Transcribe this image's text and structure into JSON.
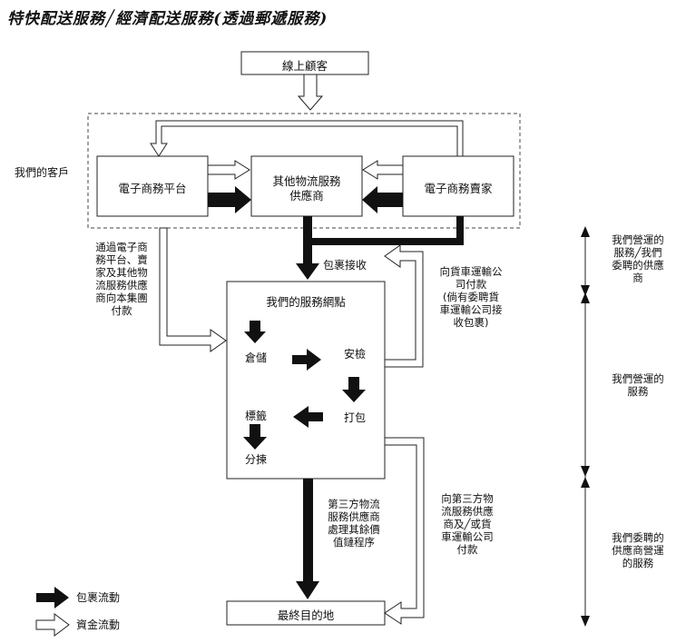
{
  "title": "特快配送服務╱經濟配送服務(透過郵遞服務)",
  "nodes": {
    "online_customer": "線上顧客",
    "ecommerce_platform": "電子商務平台",
    "other_logistics_line1": "其他物流服務",
    "other_logistics_line2": "供應商",
    "ecommerce_seller": "電子商務賣家",
    "service_network": "我們的服務網點",
    "final_destination": "最終目的地"
  },
  "steps": {
    "storage": "倉儲",
    "security_check": "安檢",
    "packing": "打包",
    "labelling": "標籤",
    "sorting": "分揀"
  },
  "labels": {
    "our_customers": "我們的客戶",
    "parcel_receipt": "包裹接收",
    "payment_to_group": [
      "通過電子商",
      "務平台、賣",
      "家及其他物",
      "流服務供應",
      "商向本集團",
      "付款"
    ],
    "pay_truck_line": [
      "向貨車運輸公",
      "司付款",
      "(倘有委聘貨",
      "車運輸公司接",
      "收包裹)"
    ],
    "third_party_handles": [
      "第三方物流",
      "服務供應商",
      "處理其餘價",
      "值鏈程序"
    ],
    "pay_third_party": [
      "向第三方物",
      "流服務供應",
      "商及╱或貨",
      "車運輸公司",
      "付款"
    ]
  },
  "right_scale": {
    "top": [
      "我們營運的",
      "服務╱我們",
      "委聘的供應",
      "商"
    ],
    "middle": [
      "我們營運的",
      "服務"
    ],
    "bottom": [
      "我們委聘的",
      "供應商營運",
      "的服務"
    ]
  },
  "legend": {
    "parcel_flow": "包裹流動",
    "fund_flow": "資金流動"
  }
}
